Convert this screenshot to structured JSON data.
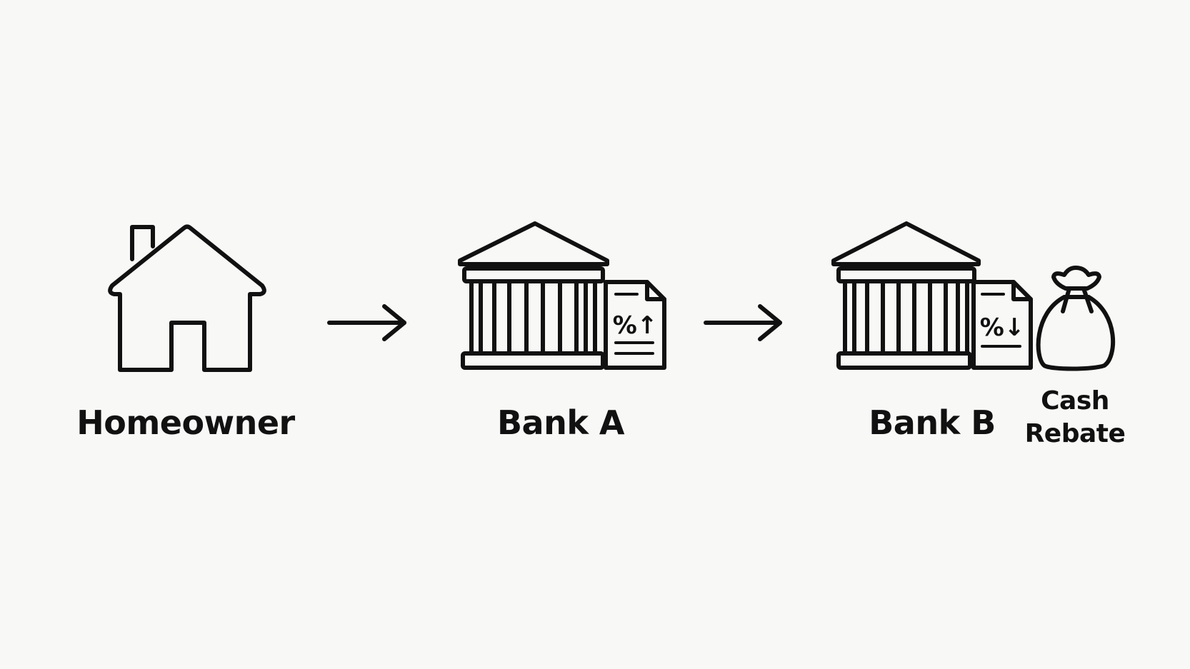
{
  "colors": {
    "background": "#f8f8f6",
    "stroke": "#111111"
  },
  "nodes": [
    {
      "id": "homeowner",
      "label": "Homeowner",
      "icon": "house-icon"
    },
    {
      "id": "bank-a",
      "label": "Bank A",
      "icon": "bank-icon",
      "badge_icon": "rate-up-document-icon",
      "badge_text": "%↑"
    },
    {
      "id": "bank-b",
      "label": "Bank B",
      "icon": "bank-icon",
      "badge_icon": "rate-down-document-icon",
      "badge_text": "%↓"
    }
  ],
  "extra": {
    "icon": "money-bag-icon",
    "label_line1": "Cash",
    "label_line2": "Rebate"
  },
  "edges": [
    {
      "from": "homeowner",
      "to": "bank-a",
      "icon": "arrow-right-icon"
    },
    {
      "from": "bank-a",
      "to": "bank-b",
      "icon": "arrow-right-icon"
    }
  ]
}
